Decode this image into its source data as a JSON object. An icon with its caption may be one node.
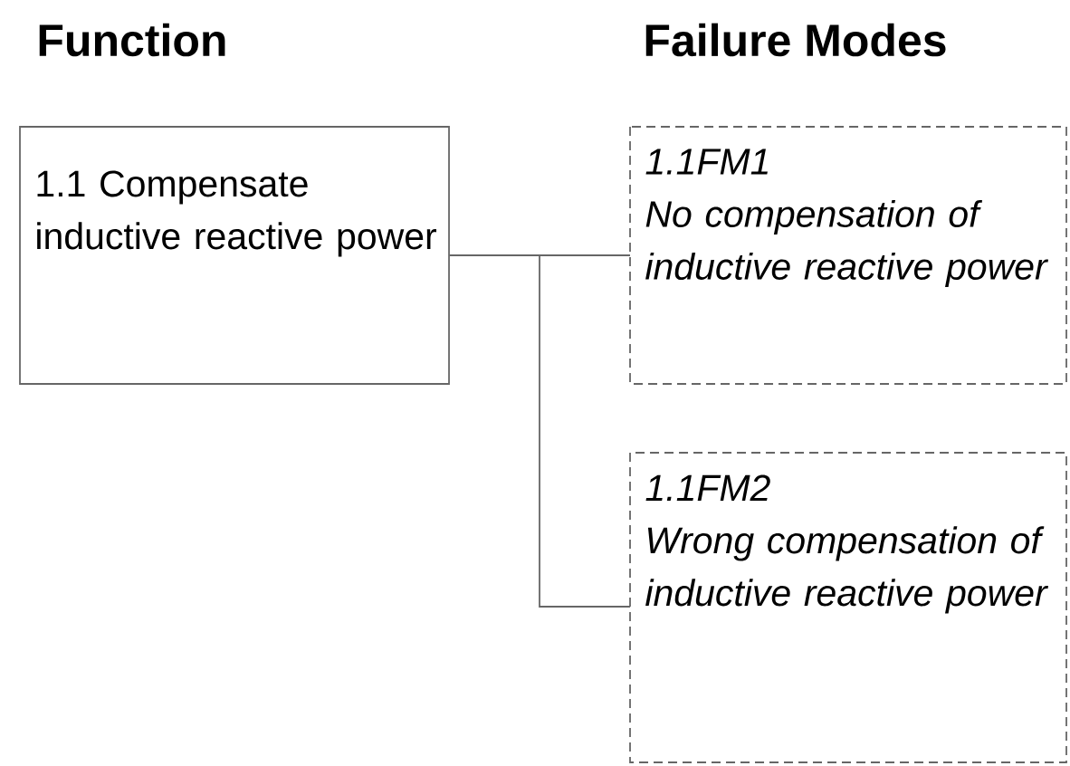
{
  "diagram": {
    "nodes": [
      {
        "text": [
          "1.1 Compensate inductive reactive power"
        ]
      },
      {
        "text": [
          "1.1FM1",
          "No compensation of inductive reactive power"
        ]
      },
      {
        "text": [
          "1.1FM2",
          "Wrong compensation of inductive reactive power"
        ]
      }
    ],
    "edges": [
      {
        "from": 0,
        "to": 1,
        "arrow": "none"
      },
      {
        "from": 0,
        "to": 2,
        "arrow": "none"
      }
    ],
    "labels": [
      "Function",
      "Failure Modes"
    ]
  }
}
